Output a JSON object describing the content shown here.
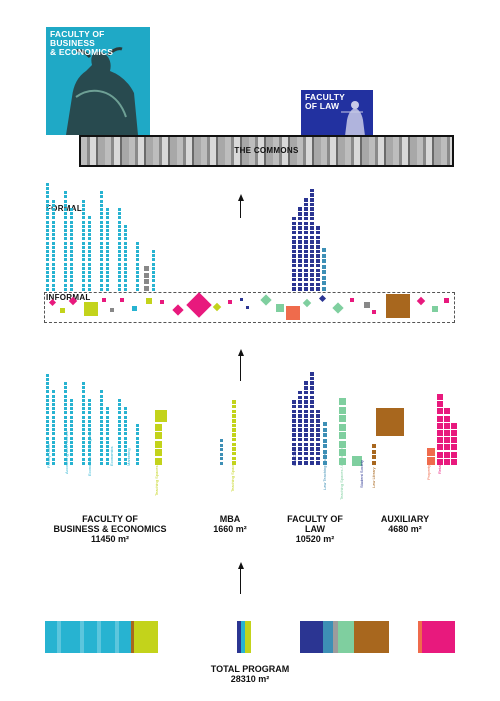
{
  "covers": {
    "business": {
      "title": "FACULTY OF BUSINESS\n& ECONOMICS",
      "color": "#1fa9c6"
    },
    "law": {
      "title": "FACULTY\nOF LAW",
      "color": "#2231a0"
    }
  },
  "commons": {
    "label": "THE COMMONS"
  },
  "zones": {
    "formal": "FORMAL",
    "informal": "INFORMAL"
  },
  "colors": {
    "business": "#27b3d1",
    "mba": "#c3d31b",
    "law": "#2b3592",
    "law_light": "#3d8fb5",
    "study": "#7fcf9f",
    "library": "#a8671e",
    "auxiliary_pink": "#e8197d",
    "auxiliary_orange": "#ef6b4c",
    "grey": "#888888"
  },
  "bar_labels": {
    "business": [
      "Faculty Office",
      "Accounting and Finance",
      "Economics & Management",
      "Economics",
      "Marketing",
      "Teaching Spaces"
    ],
    "mba": [
      "Teaching Spaces"
    ],
    "law": [
      "Law Office",
      "Law Teaching Spaces",
      "Teaching Spaces / Auditorium",
      "Student Society",
      "Law Library"
    ],
    "auxiliary": [
      "Property",
      "Retail"
    ]
  },
  "groups": [
    {
      "name": "FACULTY OF\nBUSINESS & ECONOMICS",
      "area": "11450 m²"
    },
    {
      "name": "MBA",
      "area": "1660 m²"
    },
    {
      "name": "FACULTY OF\nLAW",
      "area": "10520 m²"
    },
    {
      "name": "AUXILIARY",
      "area": "4680 m²"
    }
  ],
  "total": {
    "name": "TOTAL PROGRAM",
    "area": "28310 m²"
  }
}
